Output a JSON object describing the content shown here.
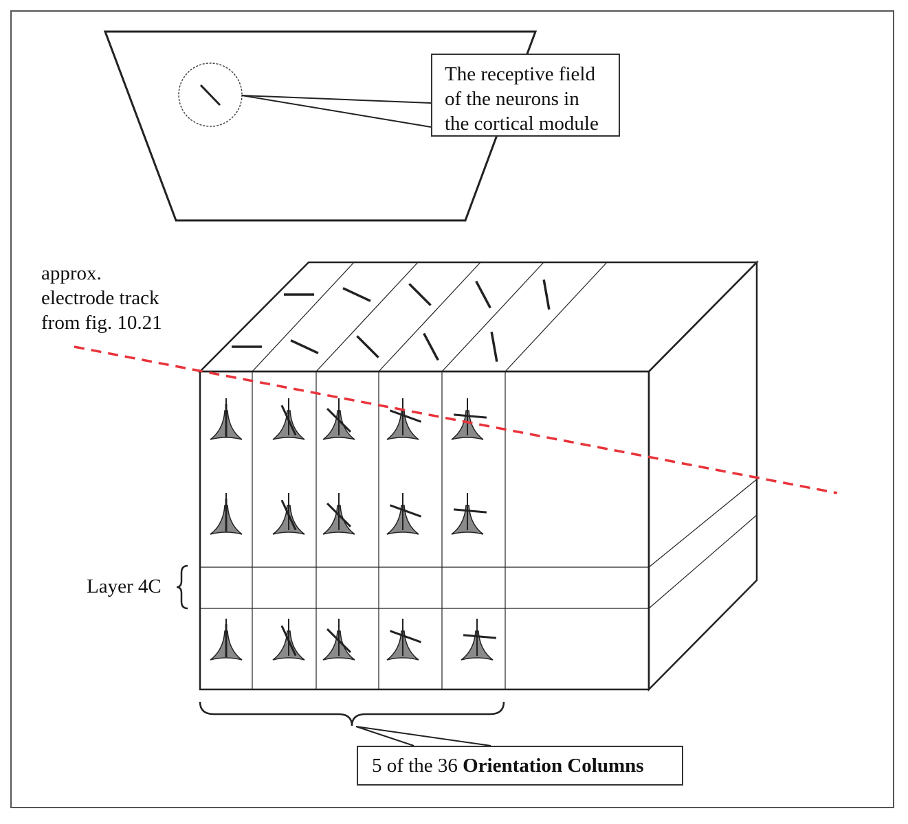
{
  "receptive_field_callout": {
    "lines": [
      "The receptive field",
      "of the neurons in",
      "the cortical module"
    ]
  },
  "electrode_label": {
    "lines": [
      "approx.",
      "electrode track",
      "from fig. 10.21"
    ]
  },
  "layer_label": "Layer 4C",
  "orientation_callout": {
    "prefix": "5 of the 36 ",
    "bold": "Orientation Columns"
  },
  "colors": {
    "stroke": "#222222",
    "neuron_fill": "#8a8a8a",
    "electrode_track": "#e8333a",
    "frame": "#555555"
  },
  "neuron_orientations_deg": [
    0,
    25,
    45,
    70,
    85
  ],
  "surface_bar_angles_deg": [
    0,
    25,
    45,
    62,
    80
  ]
}
